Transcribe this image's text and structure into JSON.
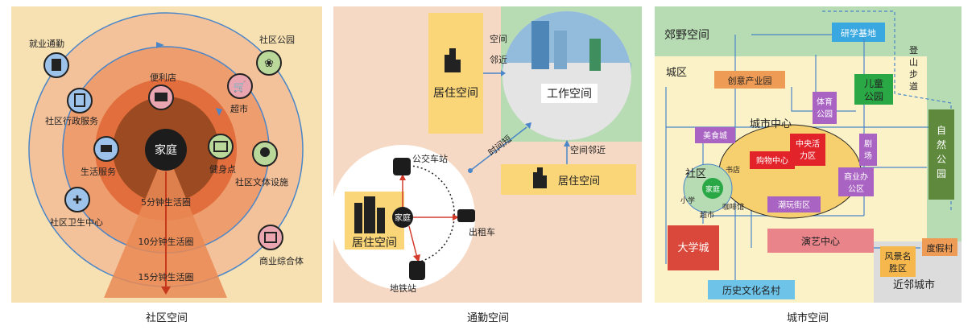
{
  "panel1": {
    "caption": "社区空间",
    "center": "家庭",
    "rings": [
      "5分钟生活圈",
      "10分钟生活圈",
      "15分钟生活圈"
    ],
    "facilities": [
      "就业通勤",
      "社区公园",
      "便利店",
      "社区行政服务",
      "超市",
      "生活服务",
      "健身点",
      "社区文体设施",
      "社区卫生中心",
      "商业综合体"
    ]
  },
  "panel2": {
    "caption": "通勤空间",
    "home": "家庭",
    "residence_main": "居住空间",
    "residence_top": "居住空间",
    "residence_right": "居住空间",
    "work": "工作空间",
    "bus": "公交车站",
    "taxi": "出租车",
    "metro": "地铁站",
    "near_top": [
      "空间",
      "邻近"
    ],
    "short_time": "时间短",
    "near_right": "空间邻近"
  },
  "panel3": {
    "caption": "城市空间",
    "suburb": "郊野空间",
    "city_area": "城区",
    "study_base": "研学基地",
    "trail": [
      "登",
      "山",
      "步",
      "道"
    ],
    "creative_park": "创意产业园",
    "kids_park": [
      "儿童",
      "公园"
    ],
    "sports_park": [
      "体育",
      "公园"
    ],
    "city_center": "城市中心",
    "food_city": "美食城",
    "cbd": [
      "中央活",
      "力区"
    ],
    "theater": [
      "剧",
      "场"
    ],
    "shopping": "购物中心",
    "business": [
      "商业办",
      "公区"
    ],
    "trend_street": "潮玩街区",
    "community": "社区",
    "home": "家庭",
    "bookstore": "书店",
    "school": "小学",
    "market": "超市",
    "cafe": "咖啡馆",
    "nature_park": [
      "自",
      "然",
      "公",
      "园"
    ],
    "university": "大学城",
    "performance": "演艺中心",
    "scenic": [
      "风景名",
      "胜区"
    ],
    "resort": "度假村",
    "neighbor_city": "近邻城市",
    "heritage": "历史文化名村"
  }
}
